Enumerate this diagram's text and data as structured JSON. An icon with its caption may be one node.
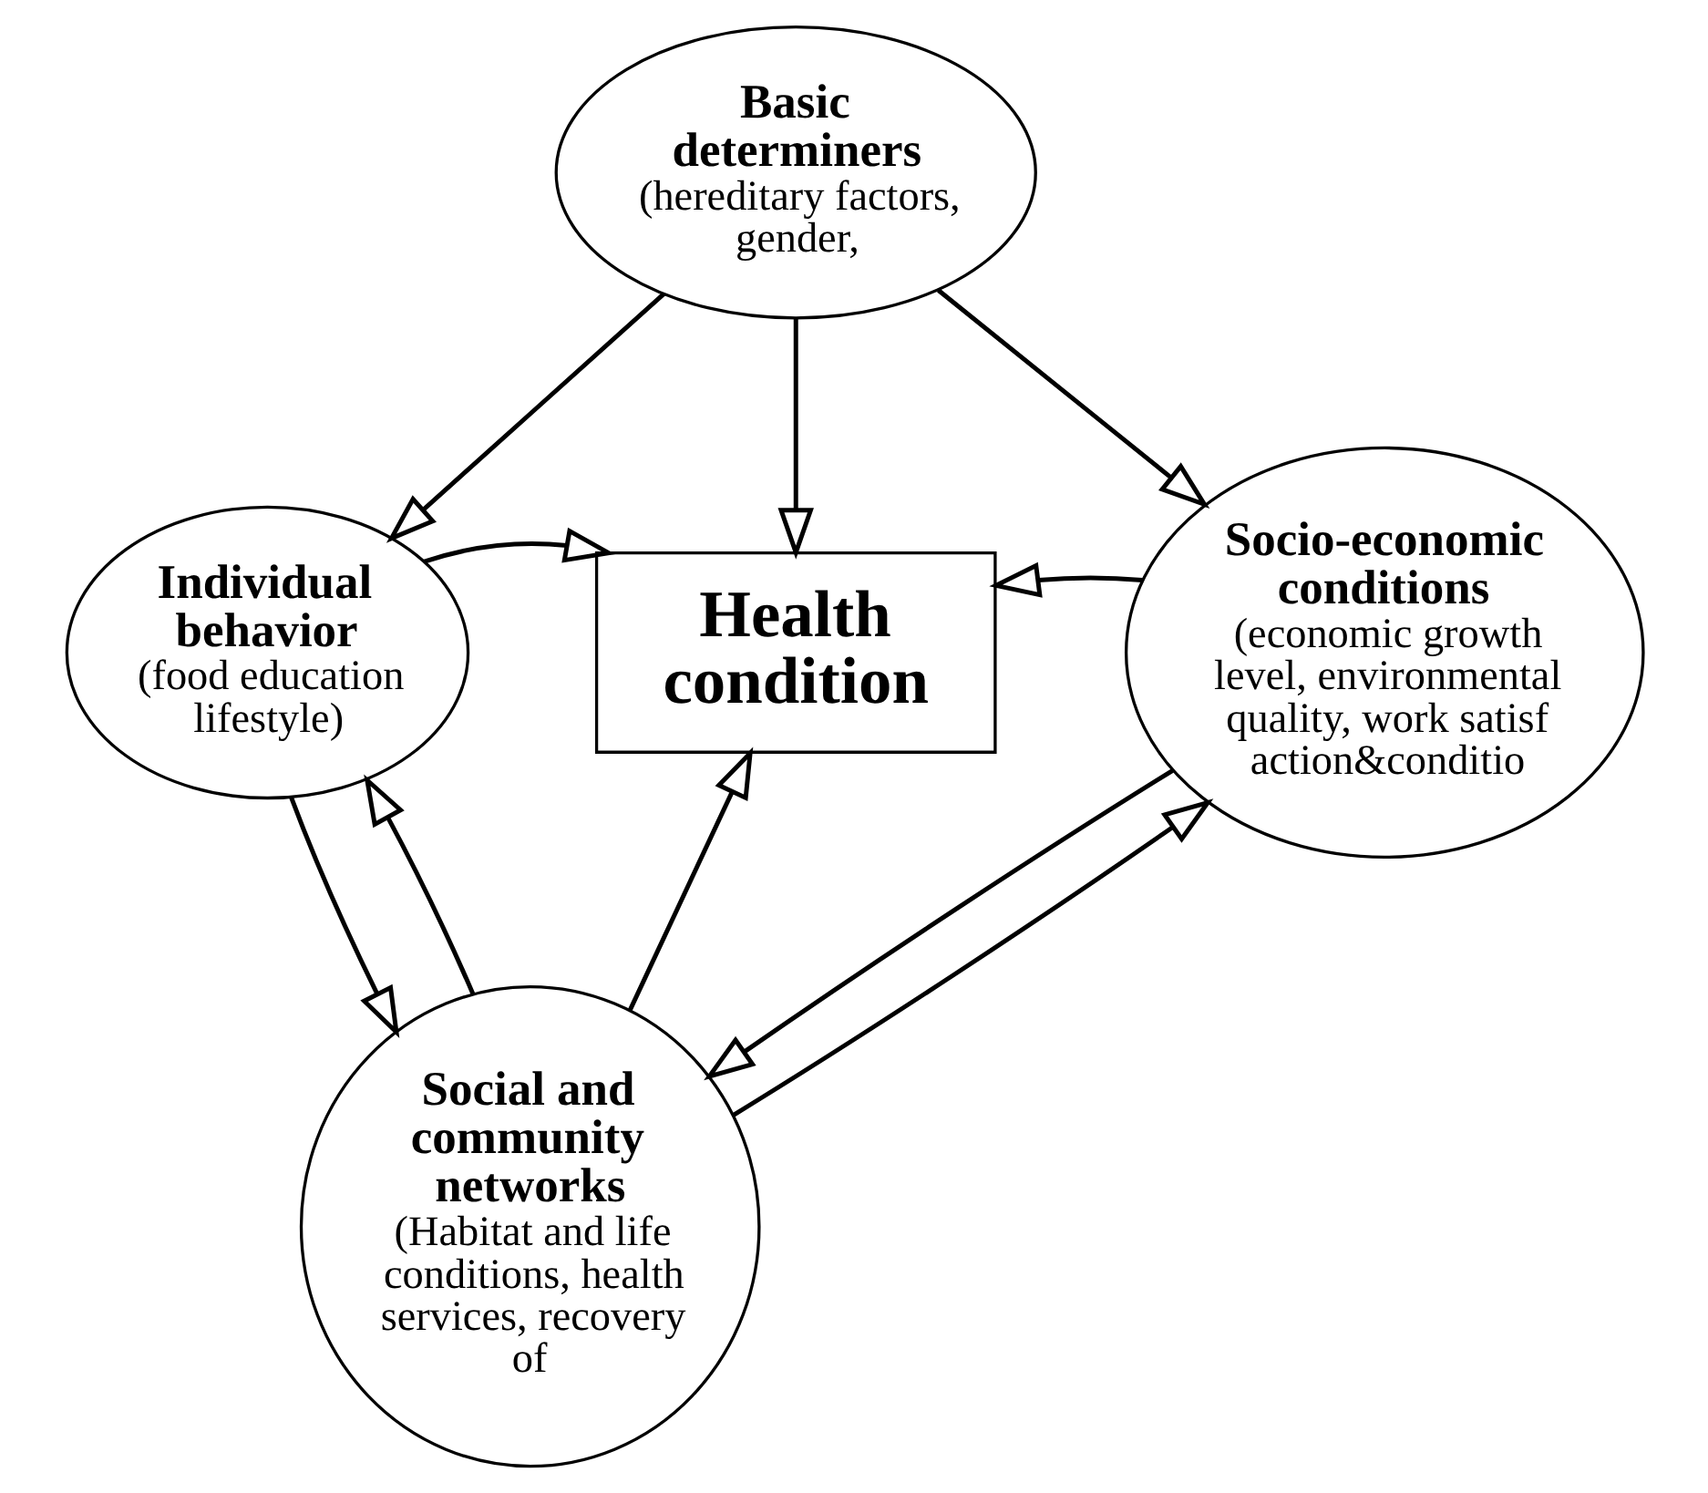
{
  "diagram": {
    "nodes": [
      {
        "text": [
          "Basic determiners",
          "(hereditary factors, gender,"
        ]
      },
      {
        "text": [
          "Individual behavior",
          "(food education lifestyle)"
        ]
      },
      {
        "text": [
          "Health condition"
        ]
      },
      {
        "text": [
          "Socio-economic conditions",
          "(economic growth level, environmental quality, work satisfaction&conditio"
        ]
      },
      {
        "text": [
          "Social and community networks",
          "(Habitat and life conditions, health services, recovery of"
        ]
      }
    ],
    "edges": [
      {
        "from": 0,
        "to": 1,
        "arrow": "to"
      },
      {
        "from": 0,
        "to": 3,
        "arrow": "to"
      },
      {
        "from": 0,
        "to": 2,
        "arrow": "to"
      },
      {
        "from": 1,
        "to": 2,
        "arrow": "to"
      },
      {
        "from": 3,
        "to": 2,
        "arrow": "to"
      },
      {
        "from": 4,
        "to": 2,
        "arrow": "to"
      },
      {
        "from": 4,
        "to": 1,
        "arrow": "to"
      },
      {
        "from": 1,
        "to": 4,
        "arrow": "to"
      },
      {
        "from": 4,
        "to": 3,
        "arrow": "to"
      },
      {
        "from": 3,
        "to": 4,
        "arrow": "to"
      }
    ]
  }
}
